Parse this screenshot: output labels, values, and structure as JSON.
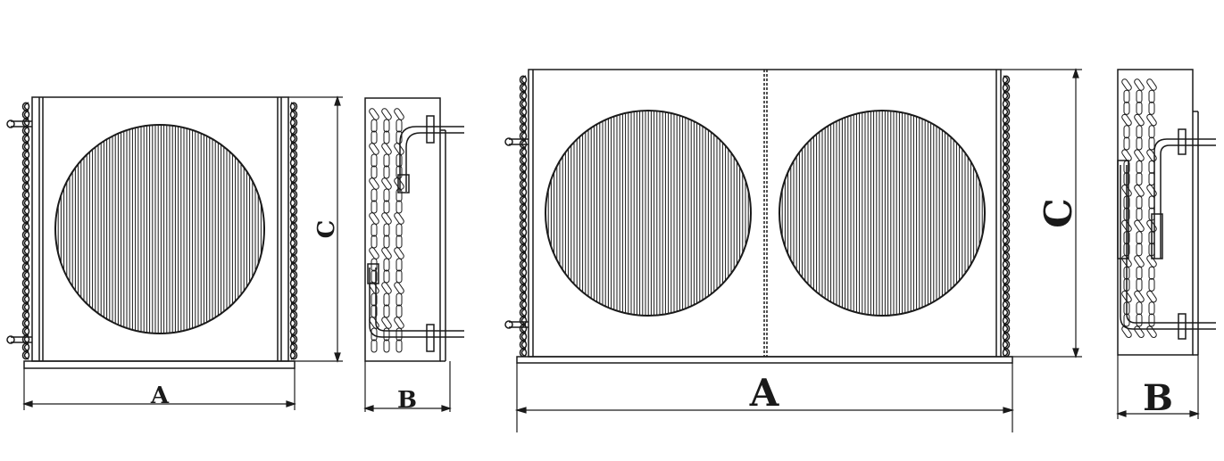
{
  "diagram": {
    "colors": {
      "line": "#1a1a1a",
      "background": "#ffffff"
    },
    "single_fan_unit": {
      "front_view": {
        "fan_count": 1,
        "dimension_labels": {
          "width": "A",
          "height": "C"
        }
      },
      "side_view": {
        "dimension_labels": {
          "depth": "B"
        }
      }
    },
    "double_fan_unit": {
      "front_view": {
        "fan_count": 2,
        "dimension_labels": {
          "width": "A",
          "height": "C"
        }
      },
      "side_view": {
        "dimension_labels": {
          "depth": "B"
        }
      }
    }
  }
}
